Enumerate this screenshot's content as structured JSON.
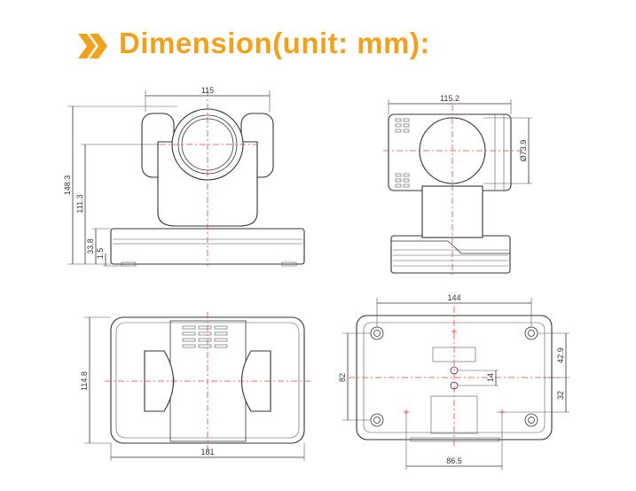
{
  "title": "Dimension(unit: mm):",
  "colors": {
    "accent": "#f0a21f",
    "centerline": "#e8443a",
    "line": "#333333"
  },
  "icons": {
    "title_marker": "double-chevron-right-icon"
  },
  "views": {
    "front": {
      "width": "115",
      "height_total": "148.3",
      "height_body": "111.3",
      "base_height": "33.8",
      "foot": "1.5"
    },
    "side": {
      "width": "115.2",
      "lens_diameter": "Ø73.9"
    },
    "top": {
      "width": "181",
      "depth": "114.8"
    },
    "bottom": {
      "hole_spacing_x": "144",
      "hole_spacing_y": "82",
      "offset_upper": "42.9",
      "offset_lower": "32",
      "center_gap": "14",
      "tripod_spacing": "86.5"
    }
  }
}
